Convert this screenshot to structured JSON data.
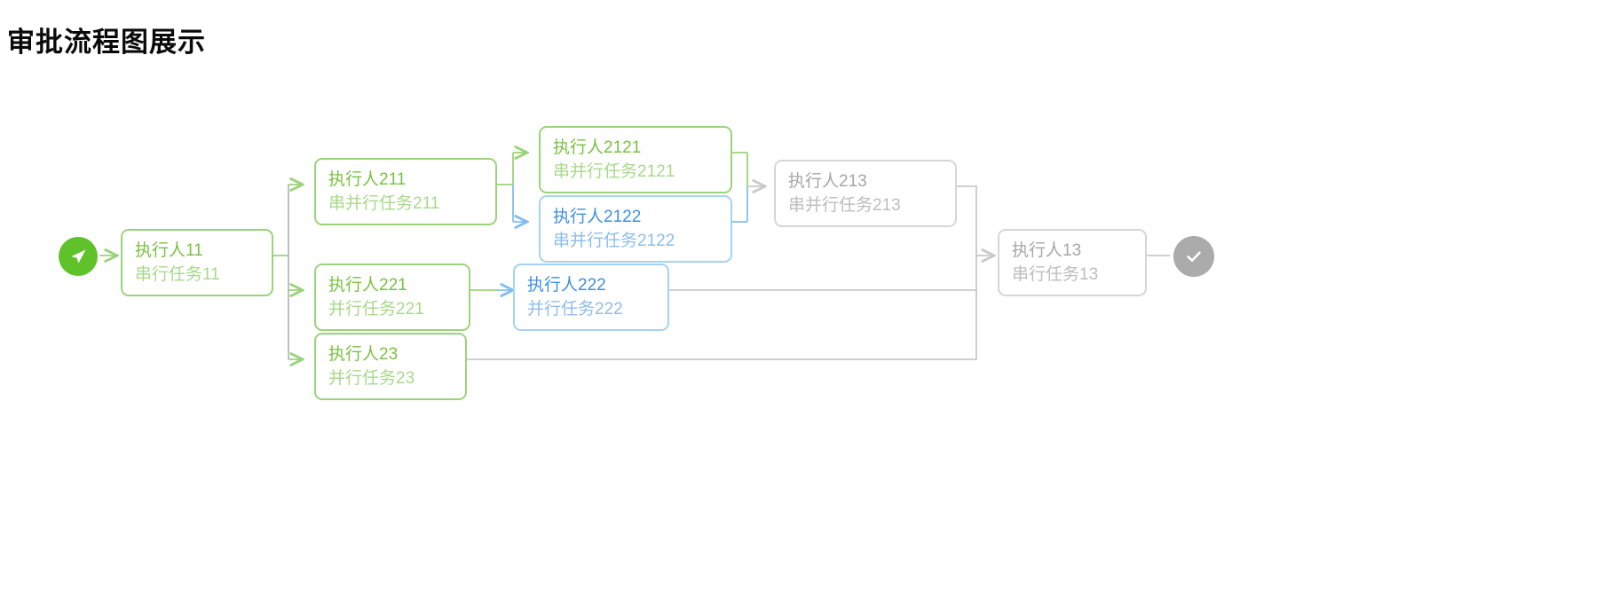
{
  "page": {
    "title": "审批流程图展示"
  },
  "diagram": {
    "type": "approval-flowchart",
    "start_node": {
      "icon": "paper-plane-icon",
      "state": "completed",
      "color": "#5fc22b"
    },
    "end_node": {
      "icon": "check-circle-icon",
      "state": "pending",
      "color": "#ababab"
    },
    "states": {
      "completed": {
        "border": "#9bd37a",
        "who": "#7ac143",
        "task": "#a8d98a"
      },
      "active": {
        "border": "#a6d2f5",
        "who": "#3f8fe0",
        "task": "#8dbdea"
      },
      "pending": {
        "border": "#d6d6d6",
        "who": "#a6a6a6",
        "task": "#bdbdbd"
      }
    },
    "nodes": [
      {
        "id": "n11",
        "who": "执行人11",
        "task": "串行任务11",
        "state": "completed"
      },
      {
        "id": "n211",
        "who": "执行人211",
        "task": "串并行任务211",
        "state": "completed"
      },
      {
        "id": "n2121",
        "who": "执行人2121",
        "task": "串并行任务2121",
        "state": "completed"
      },
      {
        "id": "n2122",
        "who": "执行人2122",
        "task": "串并行任务2122",
        "state": "active"
      },
      {
        "id": "n213",
        "who": "执行人213",
        "task": "串并行任务213",
        "state": "pending"
      },
      {
        "id": "n221",
        "who": "执行人221",
        "task": "并行任务221",
        "state": "completed"
      },
      {
        "id": "n222",
        "who": "执行人222",
        "task": "并行任务222",
        "state": "active"
      },
      {
        "id": "n23",
        "who": "执行人23",
        "task": "并行任务23",
        "state": "completed"
      },
      {
        "id": "n13",
        "who": "执行人13",
        "task": "串行任务13",
        "state": "pending"
      }
    ],
    "edges": [
      {
        "from": "start",
        "to": "n11"
      },
      {
        "from": "n11",
        "to": "n211"
      },
      {
        "from": "n11",
        "to": "n221"
      },
      {
        "from": "n11",
        "to": "n23"
      },
      {
        "from": "n211",
        "to": "n2121"
      },
      {
        "from": "n211",
        "to": "n2122"
      },
      {
        "from": "n2121",
        "to": "n213"
      },
      {
        "from": "n2122",
        "to": "n213"
      },
      {
        "from": "n221",
        "to": "n222"
      },
      {
        "from": "n213",
        "to": "n13"
      },
      {
        "from": "n222",
        "to": "n13"
      },
      {
        "from": "n23",
        "to": "n13"
      },
      {
        "from": "n13",
        "to": "end"
      }
    ]
  }
}
